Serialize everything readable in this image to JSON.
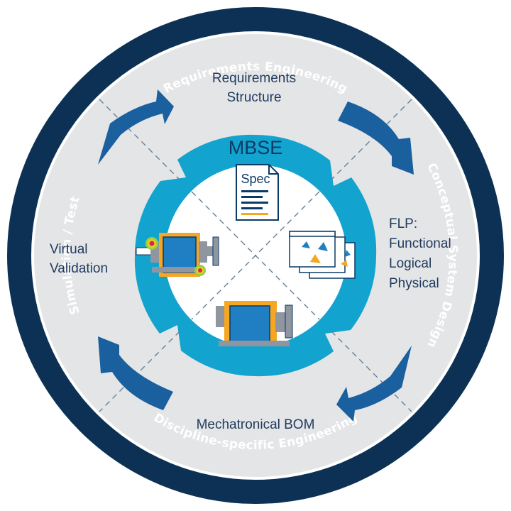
{
  "ring": {
    "top": "Requirements Engineering",
    "right": "Conceptual System Design",
    "bottom": "Discipline-specific Engineering",
    "left": "Simulation / Test"
  },
  "phases": {
    "top": [
      "Requirements",
      "Structure"
    ],
    "right": [
      "FLP:",
      "Functional",
      "Logical",
      "Physical"
    ],
    "bottom": [
      "Mechatronical BOM"
    ],
    "left": [
      "Virtual",
      "Validation"
    ]
  },
  "core": {
    "title": "MBSE",
    "spec_label": "Spec"
  },
  "colors": {
    "outer_ring": "#0d3055",
    "gray_band": "#e4e5e7",
    "arrow": "#1a5f9e",
    "inner_ring": "#13a3cf",
    "accent_orange": "#f5a623",
    "machine_blue": "#1f7fc2"
  },
  "icons": [
    "document-icon",
    "diagram-stack-icon",
    "machine-icon",
    "machine-heatmap-icon"
  ]
}
